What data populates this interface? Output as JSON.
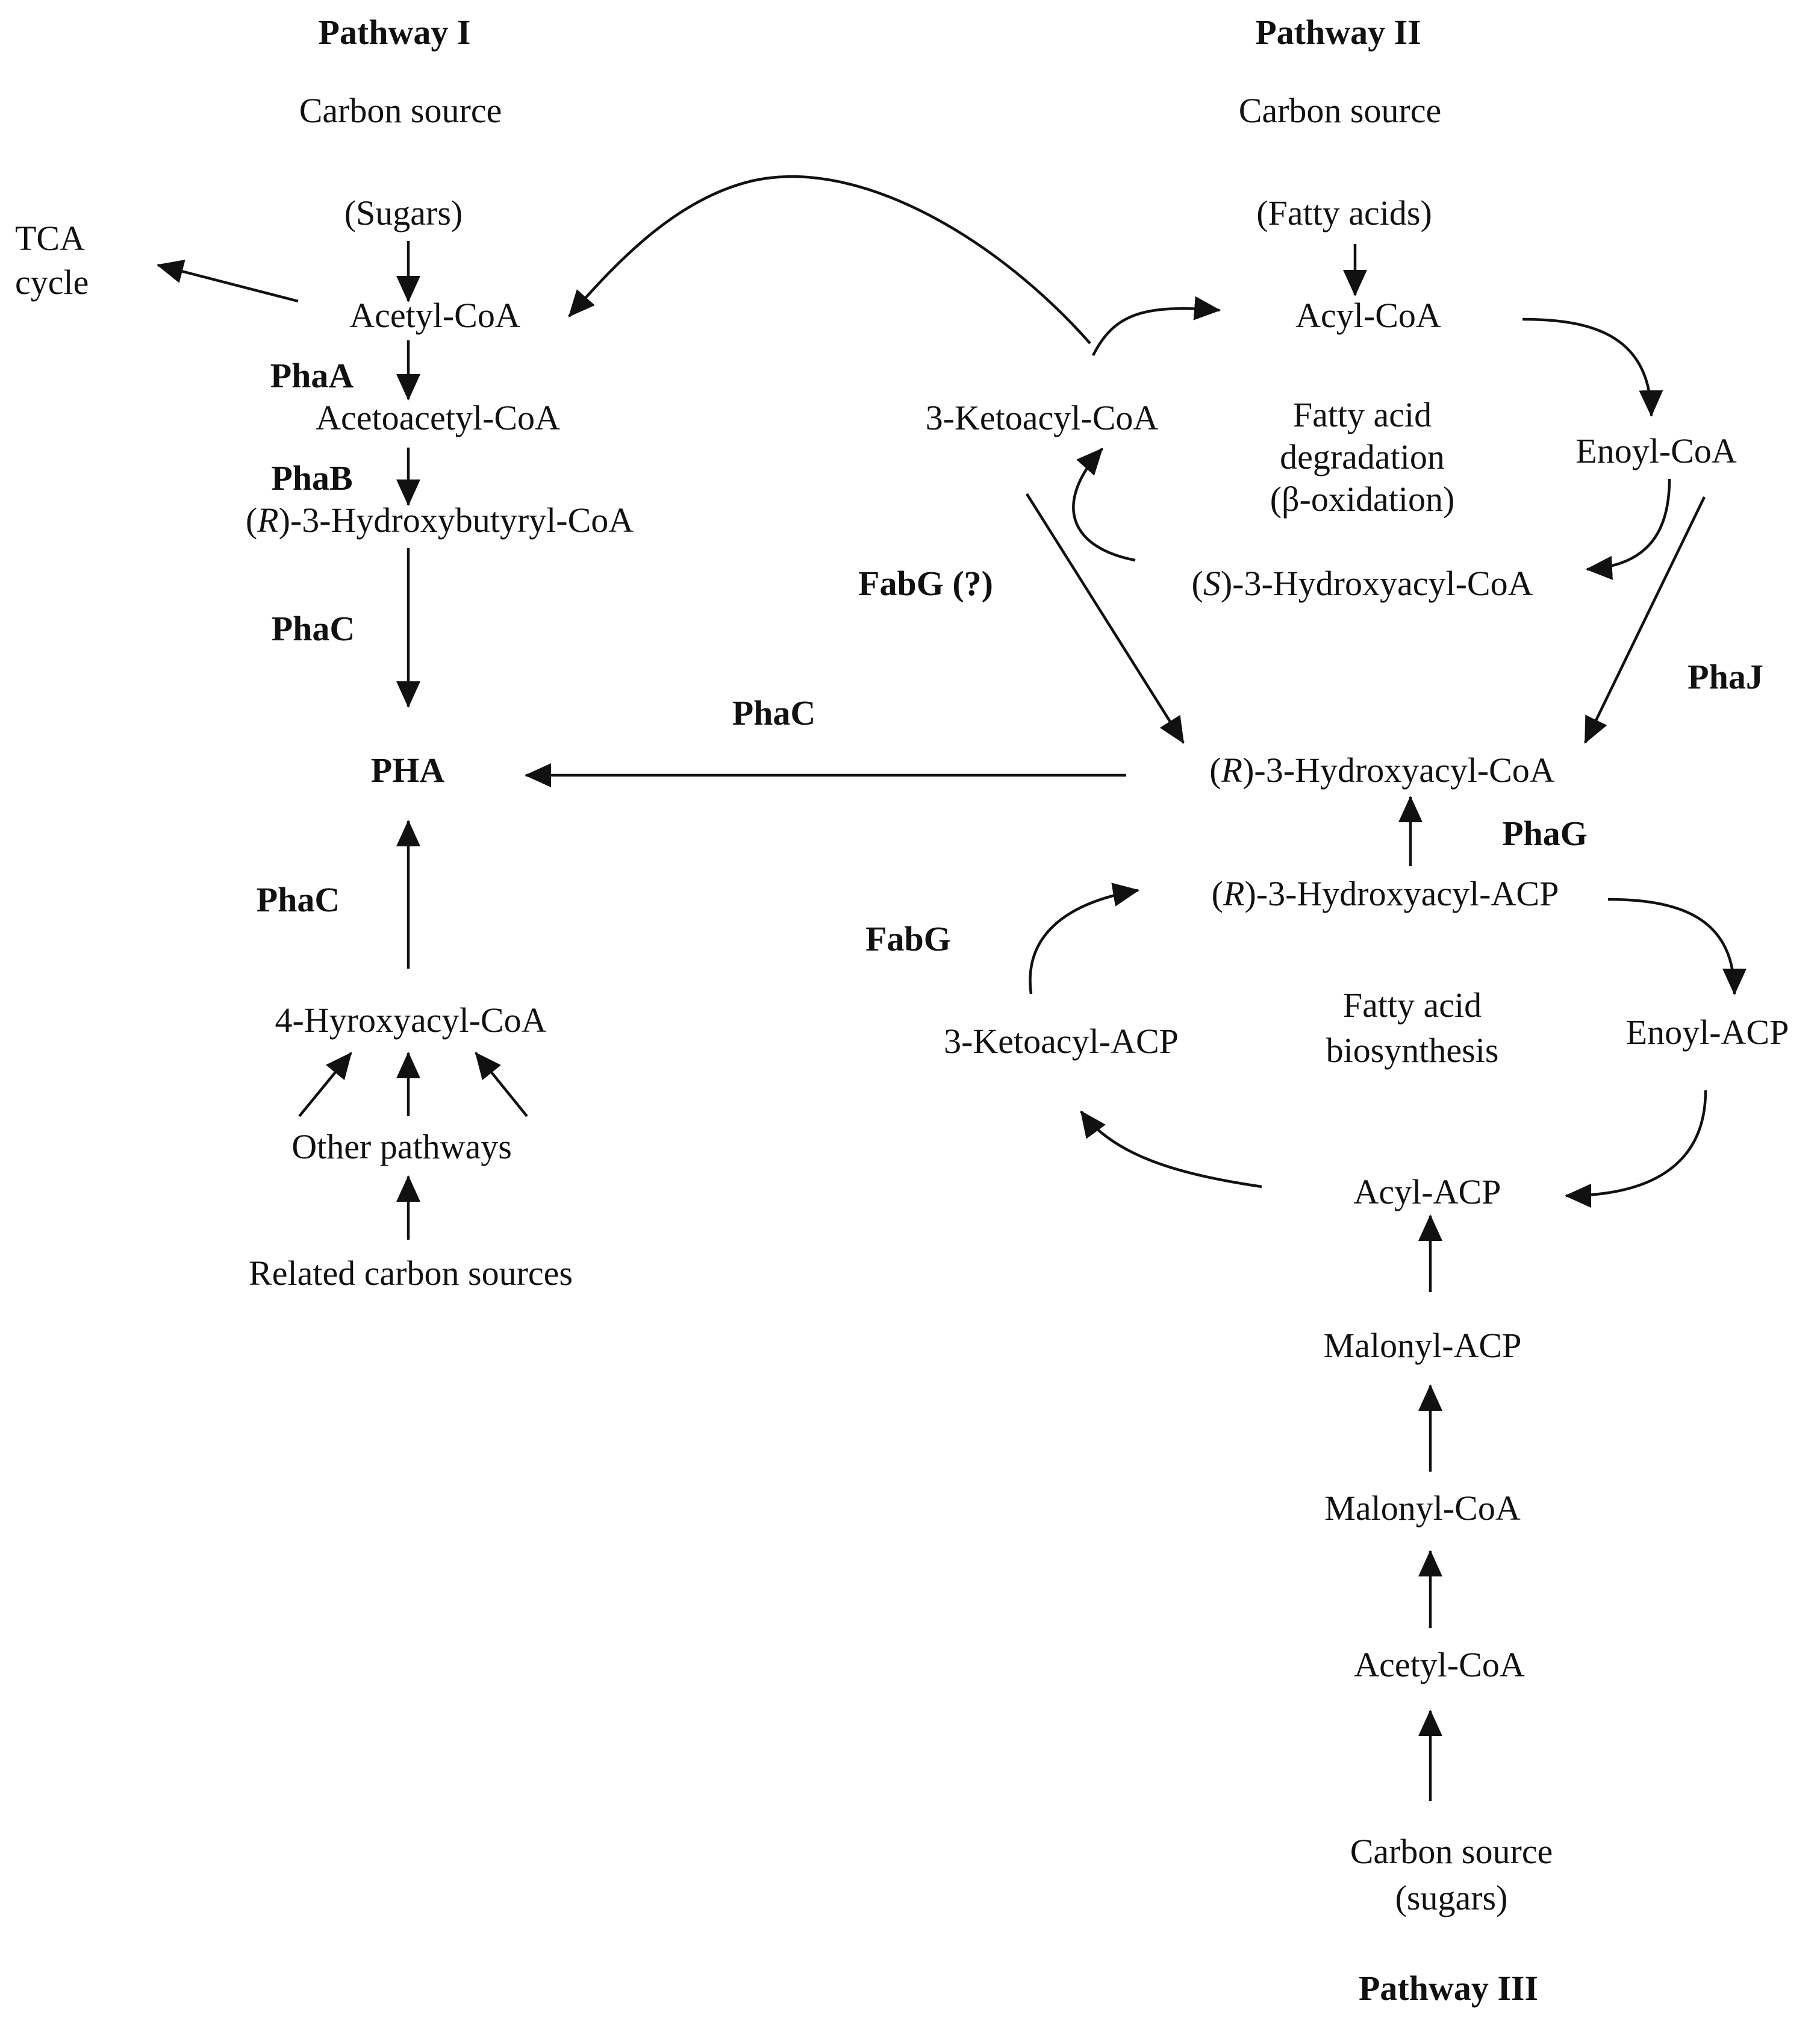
{
  "pathway1": {
    "title": "Pathway I",
    "carbon_source": "Carbon source",
    "sugars": "(Sugars)",
    "tca_line1": "TCA",
    "tca_line2": "cycle",
    "acetyl_coa": "Acetyl-CoA",
    "pha_a": "PhaA",
    "acetoacetyl_coa": "Acetoacetyl-CoA",
    "pha_b": "PhaB",
    "hb_open": "(",
    "hb_r": "R",
    "hb_rest": ")-3-Hydroxybutyryl-CoA",
    "pha_c_top": "PhaC",
    "pha": "PHA",
    "pha_c_bottom": "PhaC",
    "hydroxyacyl4": "4-Hyroxyacyl-CoA",
    "other_pathways": "Other pathways",
    "related_sources": "Related carbon sources"
  },
  "pathway2": {
    "title": "Pathway II",
    "carbon_source": "Carbon source",
    "fatty_acids": "(Fatty acids)",
    "acyl_coa": "Acyl-CoA",
    "ketoacyl_coa": "3-Ketoacyl-CoA",
    "degradation_line1": "Fatty acid",
    "degradation_line2": "degradation",
    "degradation_line3": "(β-oxidation)",
    "enoyl_coa": "Enoyl-CoA",
    "fabg_q": "FabG (?)",
    "shc_open": "(",
    "shc_s": "S",
    "shc_rest": ")-3-Hydroxyacyl-CoA",
    "pha_j": "PhaJ",
    "pha_c_mid": "PhaC",
    "rhc_open": "(",
    "rhc_r": "R",
    "rhc_rest": ")-3-Hydroxyacyl-CoA"
  },
  "pathway3": {
    "pha_g": "PhaG",
    "rha_open": "(",
    "rha_r": "R",
    "rha_rest": ")-3-Hydroxyacyl-ACP",
    "fabg": "FabG",
    "ketoacyl_acp": "3-Ketoacyl-ACP",
    "biosynthesis_line1": "Fatty acid",
    "biosynthesis_line2": "biosynthesis",
    "enoyl_acp": "Enoyl-ACP",
    "acyl_acp": "Acyl-ACP",
    "malonyl_acp": "Malonyl-ACP",
    "malonyl_coa": "Malonyl-CoA",
    "acetyl_coa": "Acetyl-CoA",
    "carbon_source_line1": "Carbon source",
    "carbon_source_line2": "(sugars)",
    "title": "Pathway III"
  }
}
